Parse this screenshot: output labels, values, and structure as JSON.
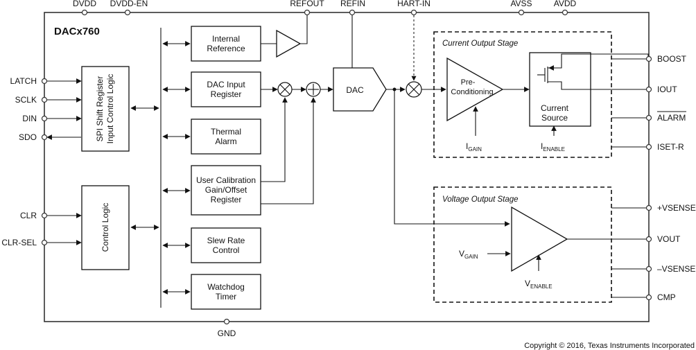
{
  "title": "DACx760",
  "pins": {
    "top": [
      "DVDD",
      "DVDD-EN",
      "REFOUT",
      "REFIN",
      "HART-IN",
      "AVSS",
      "AVDD"
    ],
    "left": [
      "LATCH",
      "SCLK",
      "DIN",
      "SDO",
      "CLR",
      "CLR-SEL"
    ],
    "right": [
      "BOOST",
      "IOUT",
      "ALARM",
      "ISET-R",
      "+VSENSE",
      "VOUT",
      "–VSENSE",
      "CMP"
    ],
    "bottom": "GND"
  },
  "blocks": {
    "spi": [
      "SPI Shift Register",
      "Input Control Logic"
    ],
    "control_logic": "Control Logic",
    "internal_reference": [
      "Internal",
      "Reference"
    ],
    "dac_input_register": [
      "DAC Input",
      "Register"
    ],
    "thermal_alarm": [
      "Thermal",
      "Alarm"
    ],
    "user_calibration": [
      "User Calibration",
      "Gain/Offset",
      "Register"
    ],
    "slew_rate": [
      "Slew Rate",
      "Control"
    ],
    "watchdog": [
      "Watchdog",
      "Timer"
    ],
    "dac": "DAC",
    "preconditioning": [
      "Pre-",
      "Conditioning"
    ],
    "current_source": [
      "Current",
      "Source"
    ]
  },
  "stages": {
    "current": "Current Output Stage",
    "voltage": "Voltage Output Stage"
  },
  "signals": {
    "i_gain": {
      "base": "I",
      "sub": "GAIN"
    },
    "i_enable": {
      "base": "I",
      "sub": "ENABLE"
    },
    "v_gain": {
      "base": "V",
      "sub": "GAIN"
    },
    "v_enable": {
      "base": "V",
      "sub": "ENABLE"
    }
  },
  "copyright": "Copyright © 2016, Texas Instruments Incorporated"
}
